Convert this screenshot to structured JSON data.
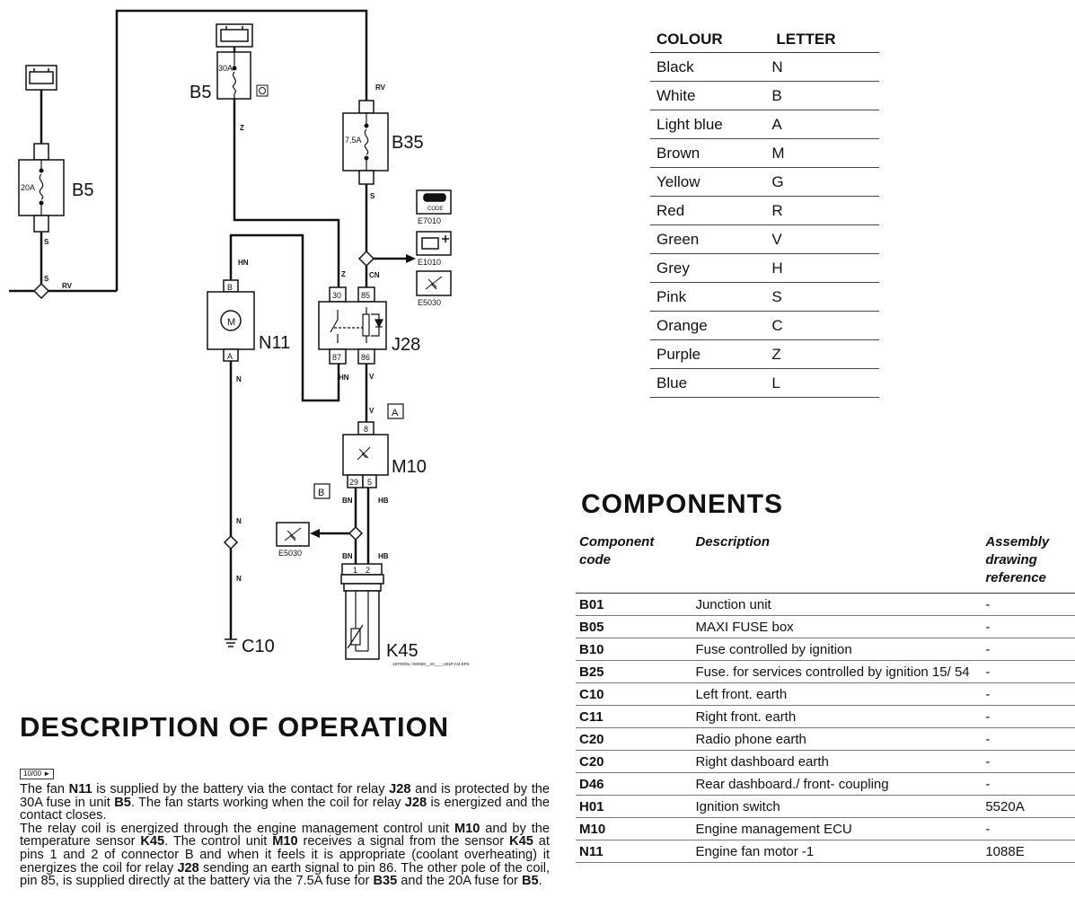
{
  "diagram": {
    "components": {
      "b5_left": "B5",
      "b5_top": "B5",
      "b35": "B35",
      "n11": "N11",
      "j28": "J28",
      "m10": "M10",
      "k45": "K45",
      "c10": "C10"
    },
    "fuses": {
      "f20": "20A",
      "f30": "30A",
      "f75": "7,5A"
    },
    "wires": {
      "s": "S",
      "rv": "RV",
      "z": "Z",
      "hn": "HN",
      "n": "N",
      "cn": "CN",
      "v": "V",
      "bn": "BN",
      "hb": "HB"
    },
    "pins": {
      "n11_b": "B",
      "n11_a": "A",
      "j28_30": "30",
      "j28_85": "85",
      "j28_87": "87",
      "j28_86": "86",
      "m10_8": "8",
      "m10_29": "29",
      "m10_5": "5",
      "k45_1": "1",
      "k45_2": "2"
    },
    "refs": {
      "e7010": "E7010",
      "e1010": "E1010",
      "e5030": "E5030",
      "code": "CODE"
    },
    "connectors": {
      "a": "A",
      "b": "B"
    },
    "file_ref": "1870000L V50069__20____U01P.AI4.EPS"
  },
  "colour_table": {
    "headers": [
      "COLOUR",
      "LETTER"
    ],
    "rows": [
      [
        "Black",
        "N"
      ],
      [
        "White",
        "B"
      ],
      [
        "Light blue",
        "A"
      ],
      [
        "Brown",
        "M"
      ],
      [
        "Yellow",
        "G"
      ],
      [
        "Red",
        "R"
      ],
      [
        "Green",
        "V"
      ],
      [
        "Grey",
        "H"
      ],
      [
        "Pink",
        "S"
      ],
      [
        "Orange",
        "C"
      ],
      [
        "Purple",
        "Z"
      ],
      [
        "Blue",
        "L"
      ]
    ]
  },
  "components": {
    "title": "COMPONENTS",
    "headers": [
      "Component code",
      "Description",
      "Assembly drawing reference"
    ],
    "rows": [
      [
        "B01",
        "Junction unit",
        "-"
      ],
      [
        "B05",
        "MAXI FUSE box",
        "-"
      ],
      [
        "B10",
        "Fuse controlled by ignition",
        "-"
      ],
      [
        "B25",
        "Fuse. for services controlled by ignition 15/ 54",
        "-"
      ],
      [
        "C10",
        "Left front. earth",
        "-"
      ],
      [
        "C11",
        "Right front. earth",
        "-"
      ],
      [
        "C20",
        "Radio phone earth",
        "-"
      ],
      [
        "C20",
        "Right dashboard earth",
        "-"
      ],
      [
        "D46",
        "Rear dashboard./ front- coupling",
        "-"
      ],
      [
        "H01",
        "Ignition switch",
        "5520A"
      ],
      [
        "M10",
        "Engine management ECU",
        "-"
      ],
      [
        "N11",
        "Engine fan motor -1",
        "1088E"
      ]
    ]
  },
  "description": {
    "title": "DESCRIPTION OF OPERATION",
    "version": "10/00",
    "p1_a": "The fan ",
    "p1_b": "N11",
    "p1_c": " is supplied by the battery via the contact for relay ",
    "p1_d": "J28",
    "p1_e": " and is protected by the 30A fuse in unit ",
    "p1_f": "B5",
    "p1_g": ". The fan starts working when the coil for relay ",
    "p1_h": "J28",
    "p1_i": " is energized and the contact closes.",
    "p2_a": "The relay coil is energized through the engine management control unit ",
    "p2_b": "M10",
    "p2_c": " and by the temperature sensor ",
    "p2_d": "K45",
    "p2_e": ". The control unit ",
    "p2_f": "M10",
    "p2_g": " receives a signal from the sensor ",
    "p2_h": "K45",
    "p2_i": " at pins 1 and 2 of connector B and when it feels it is appropriate (coolant overheating) it energizes the coil for relay ",
    "p2_j": "J28",
    "p2_k": " sending an earth signal to pin 86. The other pole of the coil, pin 85, is supplied directly at the battery via the 7.5A fuse for ",
    "p2_l": "B35",
    "p2_m": " and the 20A fuse for ",
    "p2_n": "B5",
    "p2_o": "."
  }
}
